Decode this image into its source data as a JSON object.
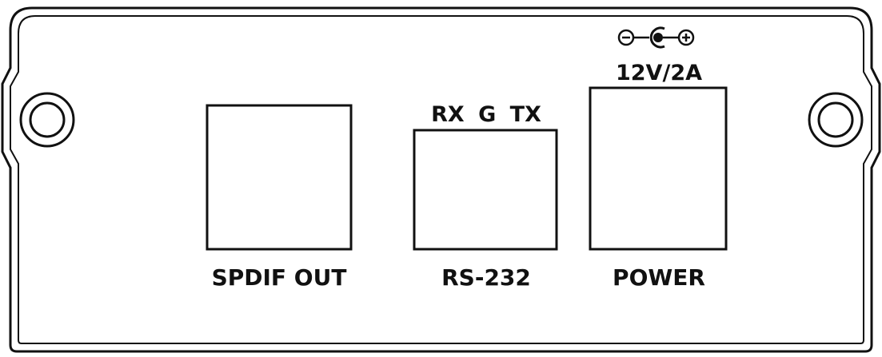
{
  "ports": {
    "spdif": {
      "label": "SPDIF OUT"
    },
    "rs232": {
      "label": "RS-232",
      "pins": "RX G TX"
    },
    "power": {
      "label": "POWER",
      "rating": "12V/2A",
      "polarity_icon": "center-positive-polarity-icon"
    }
  },
  "colors": {
    "stroke": "#111111",
    "background": "#ffffff"
  }
}
